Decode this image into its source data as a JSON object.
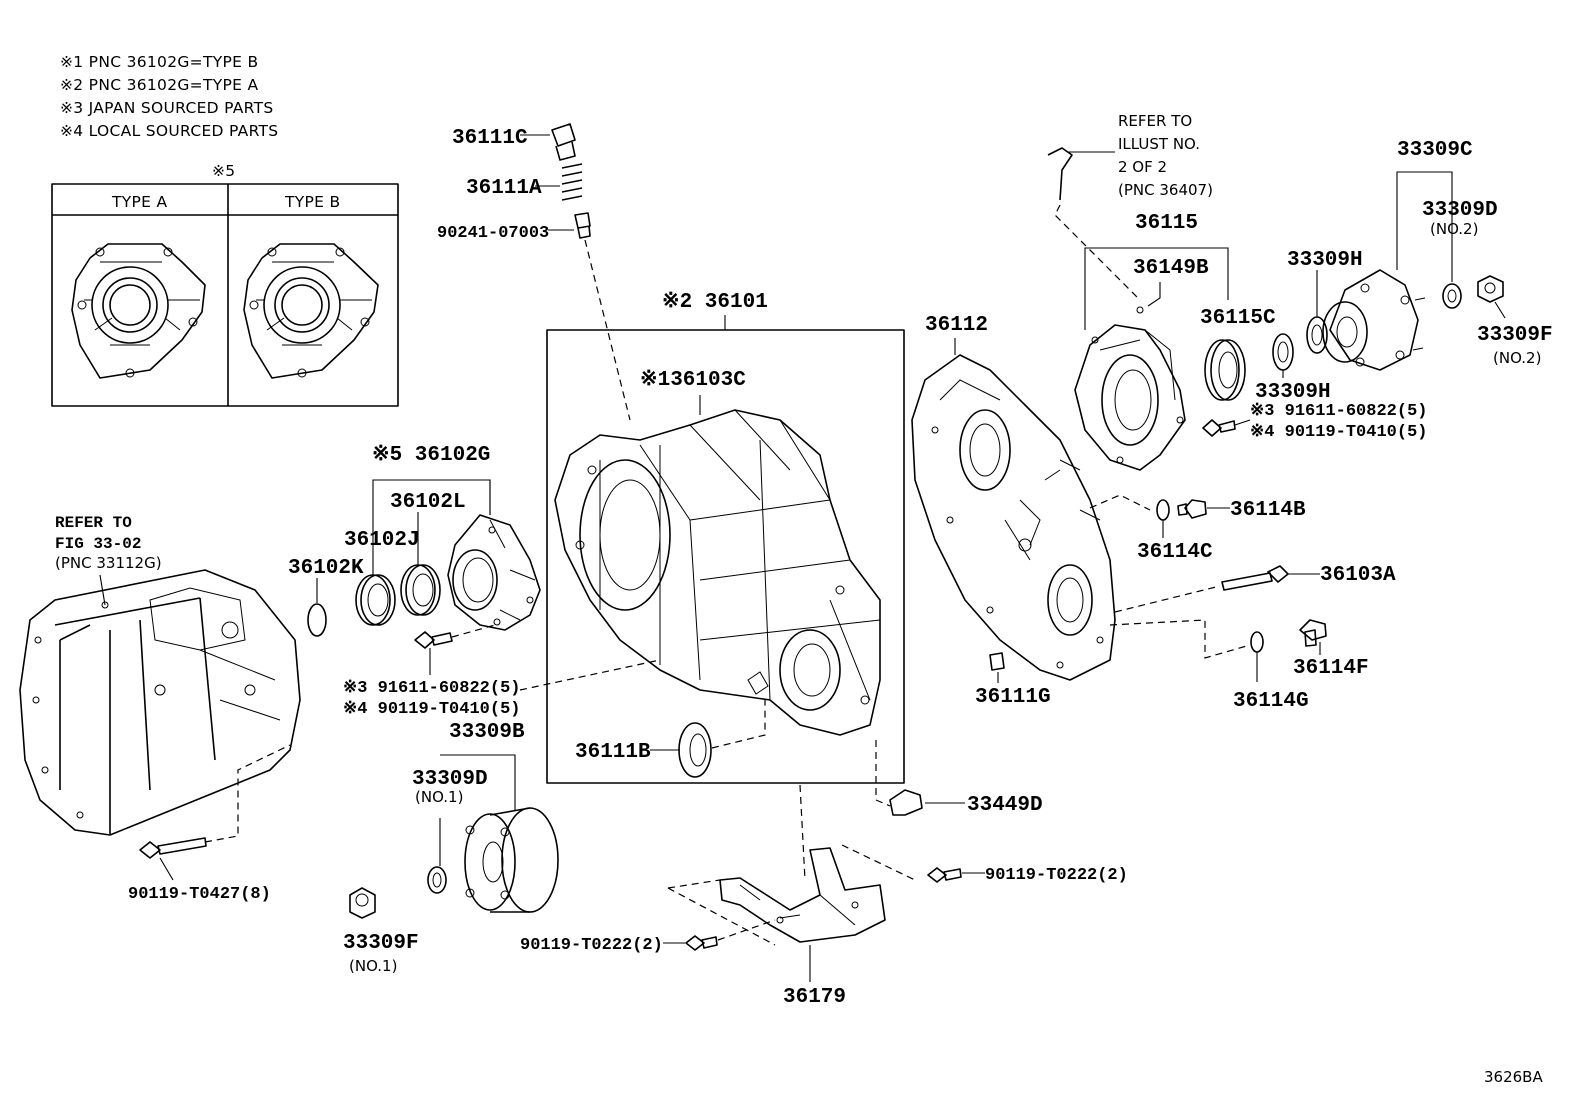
{
  "notes": [
    "※1 PNC 36102G=TYPE B",
    "※2 PNC 36102G=TYPE A",
    "※3 JAPAN SOURCED PARTS",
    "※4 LOCAL SOURCED PARTS"
  ],
  "type_box": {
    "mark": "※5",
    "col_a": "TYPE A",
    "col_b": "TYPE B"
  },
  "refer_left": {
    "line1": "REFER TO",
    "line2": "FIG 33-02",
    "line3": "(PNC 33112G)"
  },
  "refer_right": {
    "line1": "REFER TO",
    "line2": "ILLUST NO.",
    "line3": "2 OF 2",
    "line4": "(PNC 36407)"
  },
  "labels": {
    "p36111C": "36111C",
    "p36111A": "36111A",
    "p90241": "90241-07003",
    "p36101": "※2 36101",
    "p36103C": "※136103C",
    "p36102G": "※5 36102G",
    "p36102L": "36102L",
    "p36102J": "36102J",
    "p36102K": "36102K",
    "bolt_left_3": "※3 91611-60822(5)",
    "bolt_left_4": "※4 90119-T0410(5)",
    "p33309B": "33309B",
    "p33309D_1": "33309D",
    "no1_a": "(NO.1)",
    "p90119_T0427": "90119-T0427(8)",
    "p33309F_1": "33309F",
    "no1_b": "(NO.1)",
    "p36111B": "36111B",
    "p36112": "36112",
    "p36111G": "36111G",
    "p36115": "36115",
    "p36149B": "36149B",
    "p36115C": "36115C",
    "p33309H_top": "33309H",
    "p33309H_low": "33309H",
    "p33309C": "33309C",
    "p33309D_2": "33309D",
    "no2_a": "(NO.2)",
    "p33309F_2": "33309F",
    "no2_b": "(NO.2)",
    "bolt_right_3": "※3 91611-60822(5)",
    "bolt_right_4": "※4 90119-T0410(5)",
    "p36114B": "36114B",
    "p36114C": "36114C",
    "p36103A": "36103A",
    "p36114F": "36114F",
    "p36114G": "36114G",
    "p33449D": "33449D",
    "p90119_T0222_r": "90119-T0222(2)",
    "p90119_T0222_l": "90119-T0222(2)",
    "p36179": "36179"
  },
  "figure_code": "3626BA"
}
